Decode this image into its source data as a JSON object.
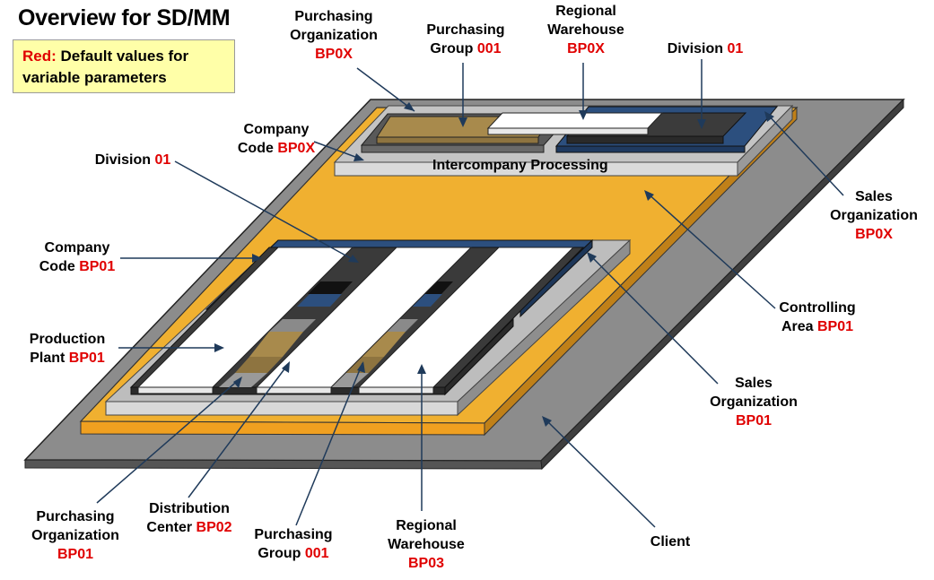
{
  "title": "Overview for SD/MM",
  "legend": {
    "red_word": "Red:",
    "text": " Default values for variable parameters"
  },
  "colors": {
    "client": "#8c8c8c",
    "controlling": "#f0a828",
    "company": "#bdbdbd",
    "bronze": "#a88a4c",
    "navy": "#2c4f7e",
    "dark": "#3a3a3a",
    "red": "#e00000"
  },
  "labels": {
    "po_bp0x": {
      "l1": "Purchasing",
      "l2": "Organization",
      "v": "BP0X"
    },
    "pg_001_top": {
      "l1": "Purchasing",
      "l2": "Group ",
      "v": "001"
    },
    "rw_bp0x": {
      "l1": "Regional",
      "l2": "Warehouse",
      "v": "BP0X"
    },
    "div_01_top": {
      "l1": "Division ",
      "v": "01"
    },
    "cc_bp0x": {
      "l1": "Company",
      "l2": "Code ",
      "v": "BP0X"
    },
    "intercompany": "Intercompany Processing",
    "div_01": {
      "l1": "Division ",
      "v": "01"
    },
    "so_bp0x": {
      "l1": "Sales",
      "l2": "Organization",
      "v": "BP0X"
    },
    "cc_bp01": {
      "l1": "Company",
      "l2": "Code ",
      "v": "BP01"
    },
    "ca_bp01": {
      "l1": "Controlling",
      "l2": "Area ",
      "v": "BP01"
    },
    "pp_bp01": {
      "l1": "Production",
      "l2": "Plant ",
      "v": "BP01"
    },
    "so_bp01": {
      "l1": "Sales",
      "l2": "Organization",
      "v": "BP01"
    },
    "po_bp01": {
      "l1": "Purchasing",
      "l2": "Organization",
      "v": "BP01"
    },
    "dc_bp02": {
      "l1": "Distribution",
      "l2": "Center ",
      "v": "BP02"
    },
    "pg_001": {
      "l1": "Purchasing",
      "l2": "Group ",
      "v": "001"
    },
    "rw_bp03": {
      "l1": "Regional",
      "l2": "Warehouse",
      "v": "BP03"
    },
    "client": "Client"
  }
}
